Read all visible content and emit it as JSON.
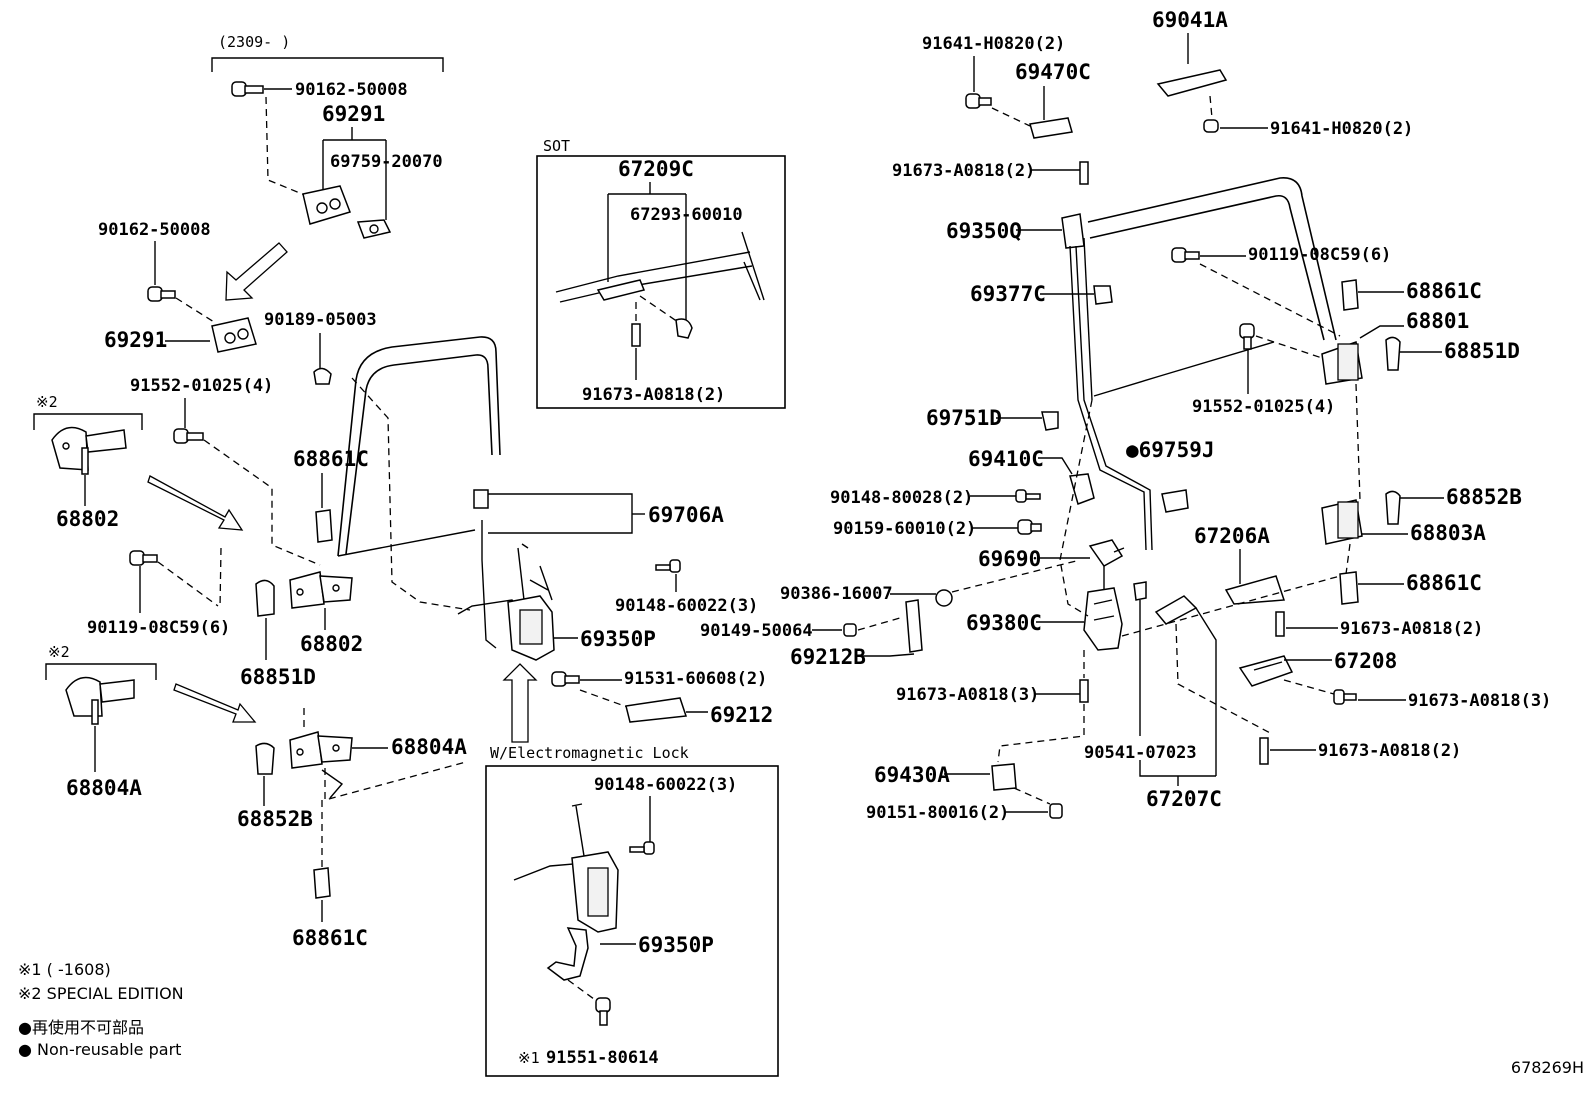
{
  "diagram_id": "678269H",
  "headers": {
    "serial_range": "(2309-     )",
    "sot": "SOT",
    "special_edition_mark": "※2",
    "electromagnetic": "W/Electromagnetic Lock",
    "mark1_prefix": "※1"
  },
  "labels": {
    "p_90162_50008_top": "90162-50008",
    "p_69291_top": "69291",
    "p_69759_20070": "69759-20070",
    "p_90162_50008_mid": "90162-50008",
    "p_69291_mid": "69291",
    "p_90189_05003": "90189-05003",
    "p_91552_01025_left": "91552-01025(4)",
    "p_68802_a": "68802",
    "p_68861c_mid": "68861C",
    "p_90119_08c59_left": "90119-08C59(6)",
    "p_68802_b": "68802",
    "p_68851d_left": "68851D",
    "p_68804a_a": "68804A",
    "p_68804a_b": "68804A",
    "p_68852b_left": "68852B",
    "p_68861c_bottom": "68861C",
    "p_67209c": "67209C",
    "p_67293_60010": "67293-60010",
    "p_91673_a0818_sot": "91673-A0818(2)",
    "p_69706a": "69706A",
    "p_90148_60022_a": "90148-60022(3)",
    "p_69350p_a": "69350P",
    "p_91531_60608": "91531-60608(2)",
    "p_69212": "69212",
    "p_90148_60022_b": "90148-60022(3)",
    "p_69350p_b": "69350P",
    "p_91551_80614": "91551-80614",
    "p_69041a": "69041A",
    "p_91641_h0820_a": "91641-H0820(2)",
    "p_69470c": "69470C",
    "p_91641_h0820_b": "91641-H0820(2)",
    "p_91673_a0818_r1": "91673-A0818(2)",
    "p_69350q": "69350Q",
    "p_90119_08c59_right": "90119-08C59(6)",
    "p_69377c": "69377C",
    "p_68861c_r1": "68861C",
    "p_68801": "68801",
    "p_68851d_right": "68851D",
    "p_91552_01025_right": "91552-01025(4)",
    "p_69751d": "69751D",
    "p_69410c": "69410C",
    "p_69759j": "●69759J",
    "p_90148_80028": "90148-80028(2)",
    "p_90159_60010": "90159-60010(2)",
    "p_69690": "69690",
    "p_67206a": "67206A",
    "p_68852b_right": "68852B",
    "p_68803a": "68803A",
    "p_90386_16007": "90386-16007",
    "p_68861c_r2": "68861C",
    "p_90149_50064": "90149-50064",
    "p_69380c": "69380C",
    "p_91673_a0818_r2": "91673-A0818(2)",
    "p_69212b": "69212B",
    "p_67208": "67208",
    "p_91673_a0818_r3": "91673-A0818(3)",
    "p_91673_a0818_r4": "91673-A0818(3)",
    "p_90541_07023": "90541-07023",
    "p_91673_a0818_r5": "91673-A0818(2)",
    "p_69430a": "69430A",
    "p_90151_80016": "90151-80016(2)",
    "p_67207c": "67207C"
  },
  "legend": {
    "note1": "※1 (      -1608)",
    "note2": "※2 SPECIAL EDITION",
    "non_reusable_jp": "●再使用不可部品",
    "non_reusable_en": "● Non-reusable part"
  }
}
